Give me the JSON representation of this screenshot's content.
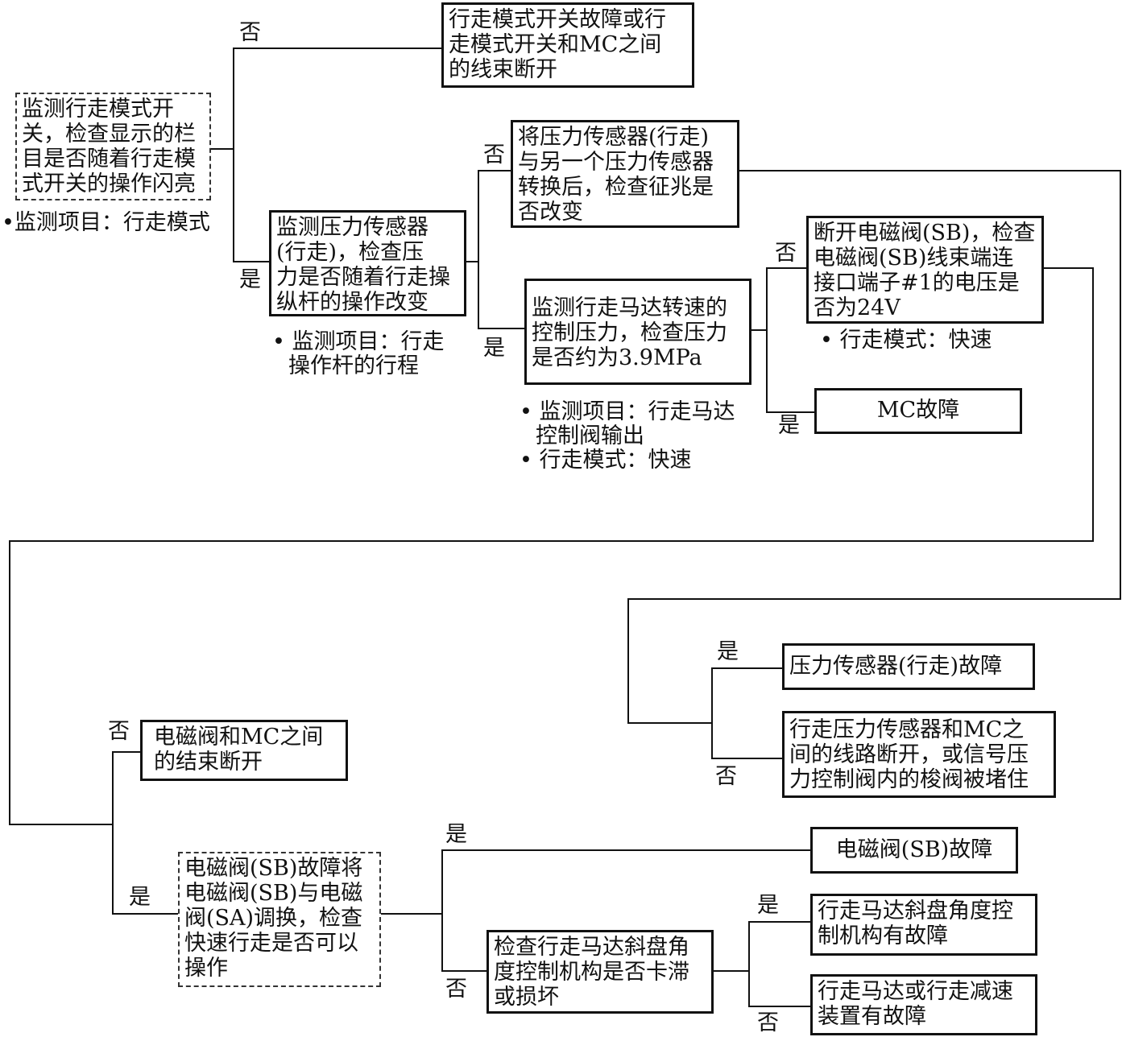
{
  "nodes": {
    "start": [
      "监测行走模式开",
      "关，检查显示的栏",
      "目是否随着行走模",
      "式开关的操作闪亮"
    ],
    "switch_fault": [
      "行走模式开关故障或行",
      "走模式开关和MC之间",
      "的线束断开"
    ],
    "pressure_sensor": [
      "监测压力传感器",
      "(行走)，检查压",
      "力是否随着行走操",
      "纵杆的操作改变"
    ],
    "swap_sensor": [
      "将压力传感器(行走)",
      "与另一个压力传感器",
      "转换后，检查征兆是",
      "否改变"
    ],
    "motor_pressure": [
      "监测行走马达转速的",
      "控制压力，检查压力",
      "是否约为3.9MPa"
    ],
    "disconnect_sb": [
      "断开电磁阀(SB)，检查",
      "电磁阀(SB)线束端连",
      "接口端子#1的电压是",
      "否为24V"
    ],
    "mc_fault": [
      "MC故障"
    ],
    "sensor_fault": [
      "压力传感器(行走)故障"
    ],
    "circuit_break": [
      "行走压力传感器和MC之",
      "间的线路断开，或信号压",
      "力控制阀内的梭阀被堵住"
    ],
    "valve_mc_break": [
      "电磁阀和MC之间",
      "的结束断开"
    ],
    "swap_sb_sa": [
      "电磁阀(SB)故障将",
      "电磁阀(SB)与电磁",
      "阀(SA)调换，检查",
      "快速行走是否可以",
      "操作"
    ],
    "sb_fault": [
      "电磁阀(SB)故障"
    ],
    "check_swash": [
      "检查行走马达斜盘角",
      "度控制机构是否卡滞",
      "或损坏"
    ],
    "swash_fault": [
      "行走马达斜盘角度控",
      "制机构有故障"
    ],
    "motor_reducer_fault": [
      "行走马达或行走减速",
      "装置有故障"
    ]
  },
  "notes": {
    "start": [
      "•监测项目：行走模式"
    ],
    "pressure_sensor": [
      "• 监测项目：行走",
      "操作杆的行程"
    ],
    "motor_pressure": [
      "• 监测项目：行走马达",
      "控制阀输出",
      "• 行走模式：快速"
    ],
    "disconnect_sb": [
      "• 行走模式：快速"
    ]
  },
  "labels": {
    "start_no": "否",
    "start_yes": "是",
    "pressure_no": "否",
    "pressure_yes": "是",
    "motor_no": "否",
    "motor_yes": "是",
    "swap_yes": "是",
    "swap_no": "否",
    "sb_no": "否",
    "sb_yes": "是",
    "sa_yes": "是",
    "sa_no": "否",
    "swash_yes": "是",
    "swash_no": "否"
  }
}
